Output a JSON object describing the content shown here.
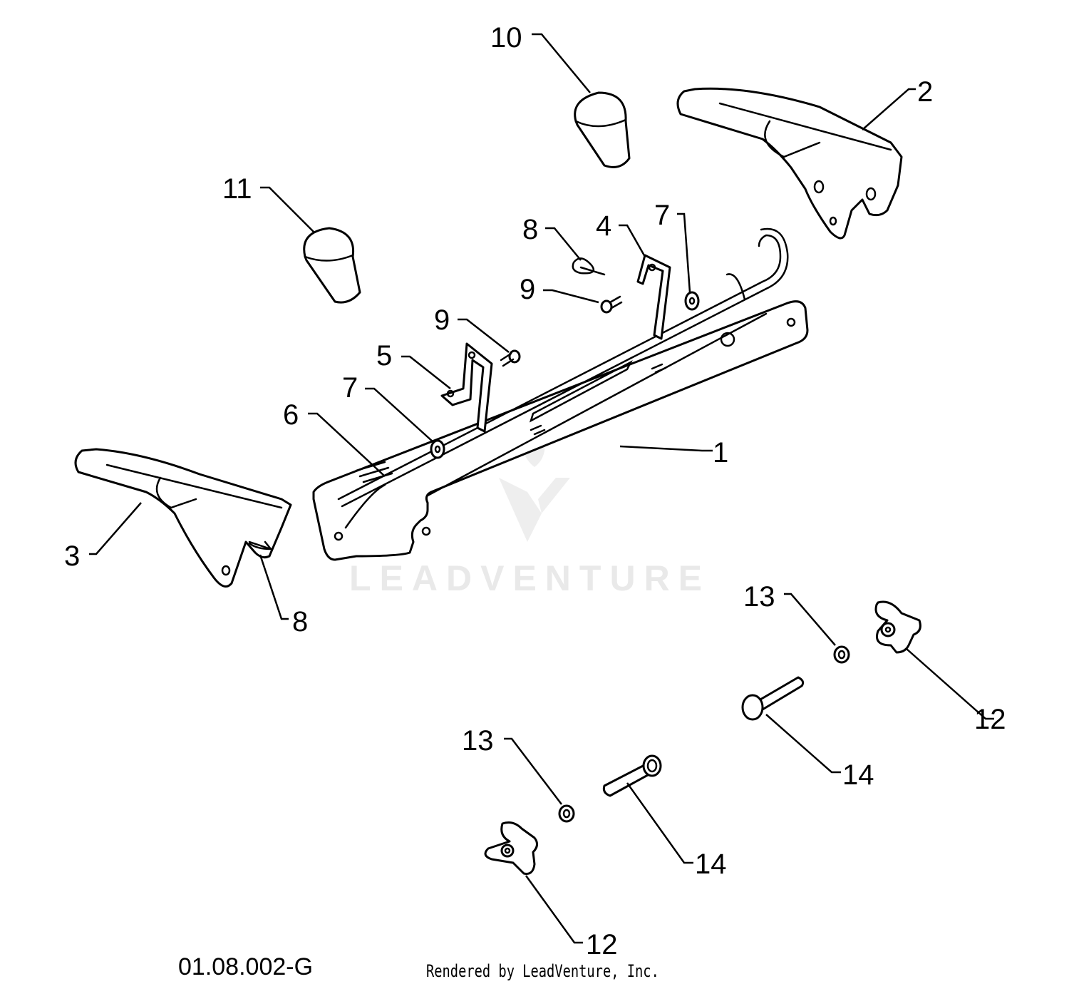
{
  "diagram": {
    "callouts": [
      {
        "id": "c1",
        "label": "1"
      },
      {
        "id": "c2",
        "label": "2"
      },
      {
        "id": "c3",
        "label": "3"
      },
      {
        "id": "c4",
        "label": "4"
      },
      {
        "id": "c5",
        "label": "5"
      },
      {
        "id": "c6",
        "label": "6"
      },
      {
        "id": "c7a",
        "label": "7"
      },
      {
        "id": "c7b",
        "label": "7"
      },
      {
        "id": "c8a",
        "label": "8"
      },
      {
        "id": "c8b",
        "label": "8"
      },
      {
        "id": "c9a",
        "label": "9"
      },
      {
        "id": "c9b",
        "label": "9"
      },
      {
        "id": "c10",
        "label": "10"
      },
      {
        "id": "c11",
        "label": "11"
      },
      {
        "id": "c12a",
        "label": "12"
      },
      {
        "id": "c12b",
        "label": "12"
      },
      {
        "id": "c13a",
        "label": "13"
      },
      {
        "id": "c13b",
        "label": "13"
      },
      {
        "id": "c14a",
        "label": "14"
      },
      {
        "id": "c14b",
        "label": "14"
      }
    ],
    "diagram_code": "01.08.002-G",
    "credit": "Rendered by LeadVenture, Inc.",
    "watermark": "LEADVENTURE"
  }
}
